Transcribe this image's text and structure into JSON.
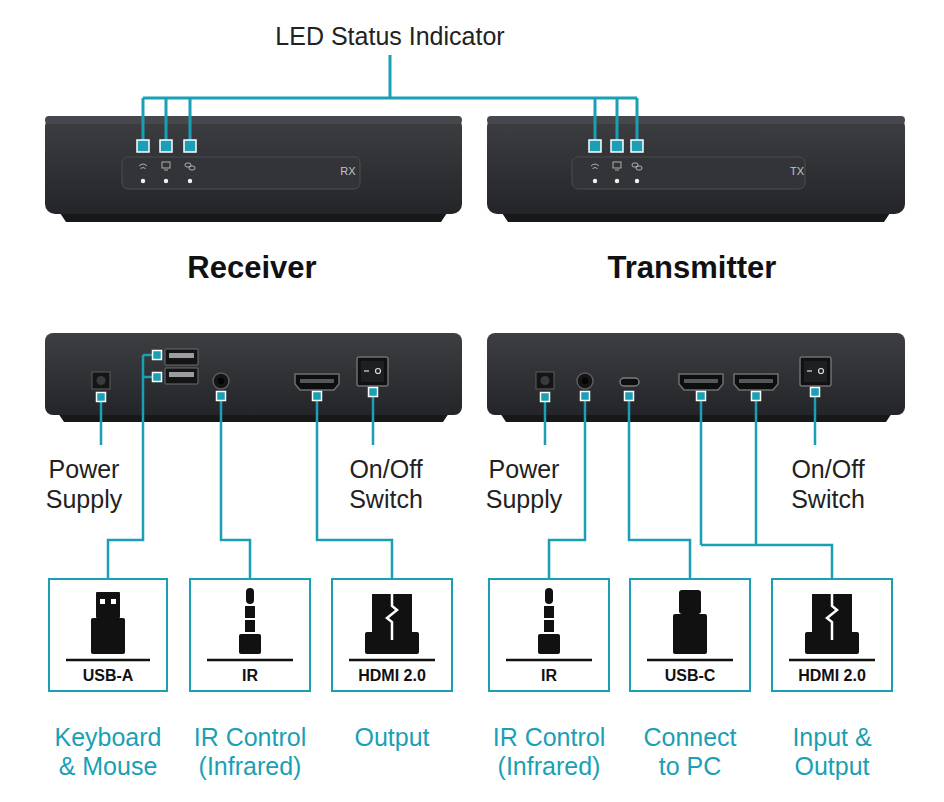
{
  "diagram": {
    "nodes": [
      {
        "text": [
          "USB-A",
          "Keyboard & Mouse"
        ]
      },
      {
        "text": [
          "IR",
          "IR Control (Infrared)"
        ]
      },
      {
        "text": [
          "HDMI 2.0",
          "Output"
        ]
      },
      {
        "text": [
          "IR",
          "IR Control (Infrared)"
        ]
      },
      {
        "text": [
          "USB-C",
          "Connect to PC"
        ]
      },
      {
        "text": [
          "HDMI 2.0",
          "Input & Output"
        ]
      }
    ],
    "labels": [
      "LED Status Indicator",
      "RX",
      "TX",
      "Receiver",
      "Transmitter",
      "Power Supply",
      "On/Off Switch",
      "Power Supply",
      "On/Off Switch"
    ]
  }
}
